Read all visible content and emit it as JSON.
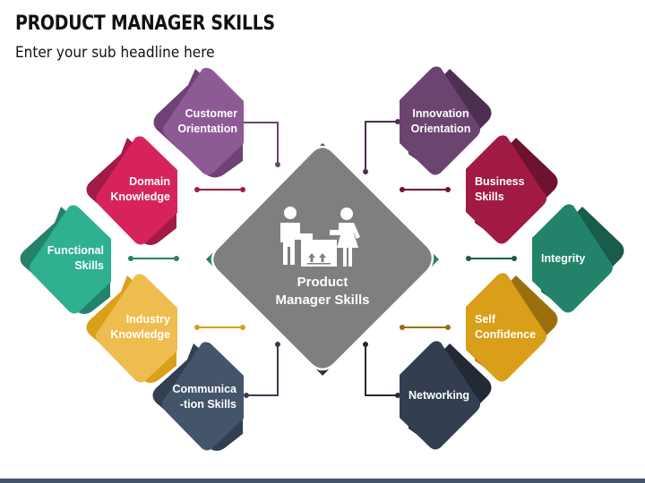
{
  "header": {
    "title": "PRODUCT MANAGER SKILLS",
    "subtitle": "Enter your sub headline here"
  },
  "center": {
    "line1": "Product",
    "line2": "Manager Skills",
    "icon": "business-people-with-box-icon",
    "color": "#7f7f7f"
  },
  "skills_left": [
    {
      "line1": "Customer",
      "line2": "Orientation",
      "color": "#8e5a96",
      "shade": "#6e4275"
    },
    {
      "line1": "Domain",
      "line2": "Knowledge",
      "color": "#d6245a",
      "shade": "#a11b45"
    },
    {
      "line1": "Functional",
      "line2": "Skills",
      "color": "#2fb08f",
      "shade": "#24826b"
    },
    {
      "line1": "Industry",
      "line2": "Knowledge",
      "color": "#efbd4f",
      "shade": "#d9a01a"
    },
    {
      "line1": "Communica",
      "line2": "-tion Skills",
      "color": "#44546a",
      "shade": "#323f51"
    }
  ],
  "skills_right": [
    {
      "line1": "Innovation",
      "line2": "Orientation",
      "color": "#6b4470",
      "shade": "#4d2f52"
    },
    {
      "line1": "Business",
      "line2": "Skills",
      "color": "#a01a44",
      "shade": "#6e1230"
    },
    {
      "line1": "Integrity",
      "line2": "",
      "color": "#22836a",
      "shade": "#185c4b"
    },
    {
      "line1": "Self",
      "line2": "Confidence",
      "color": "#d99f18",
      "shade": "#9a700f"
    },
    {
      "line1": "Networking",
      "line2": "",
      "color": "#333f50",
      "shade": "#222a36"
    }
  ],
  "footer": {
    "color": "#44546a"
  }
}
